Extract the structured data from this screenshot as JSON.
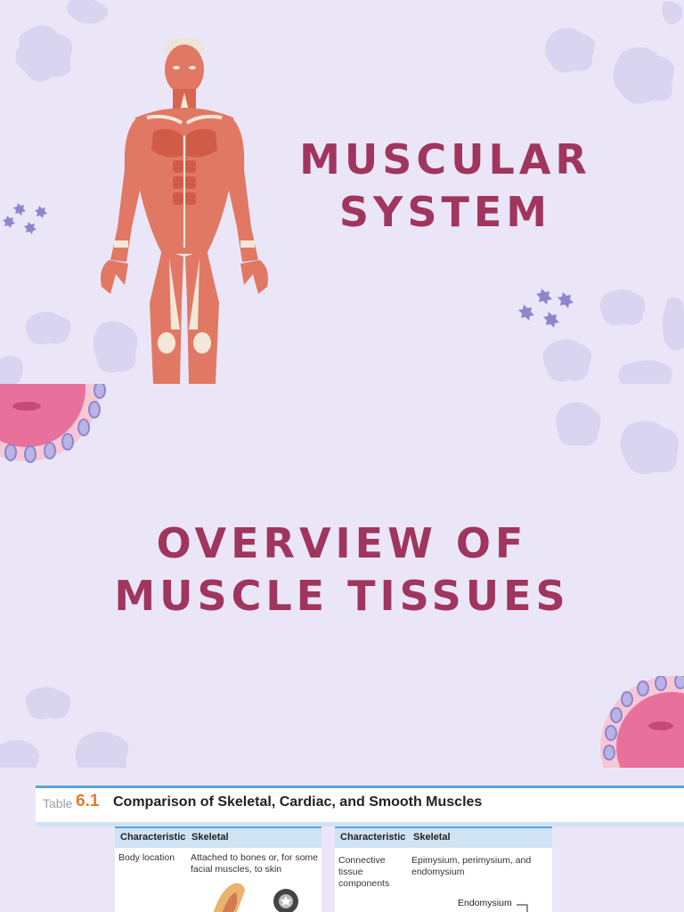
{
  "slides": [
    {
      "title_lines": [
        "MUSCULAR",
        "SYSTEM"
      ]
    },
    {
      "title_lines": [
        "OVERVIEW OF",
        "MUSCLE TISSUES"
      ]
    }
  ],
  "table": {
    "label": "Table",
    "number": "6.1",
    "title": "Comparison of Skeletal, Cardiac, and Smooth Muscles",
    "left": {
      "headers": [
        "Characteristic",
        "Skeletal"
      ],
      "row": [
        "Body location",
        "Attached to bones or, for some facial muscles, to skin"
      ]
    },
    "right": {
      "headers": [
        "Characteristic",
        "Skeletal"
      ],
      "row": [
        "Connective tissue components",
        "Epimysium, perimysium, and endomysium"
      ],
      "figure_label": "Endomysium"
    }
  },
  "colors": {
    "background": "#ebe6f7",
    "title": "#a0355e",
    "virus_pink": "#e8719b",
    "virus_blue": "#8d86cf",
    "muscle": "#e07864",
    "table_accent": "#5aa3d6",
    "table_number": "#e9772c"
  },
  "icons": [
    "muscle-figure-illustration",
    "virus-icon",
    "microbe-cluster-icon",
    "blob-cell-icon"
  ]
}
